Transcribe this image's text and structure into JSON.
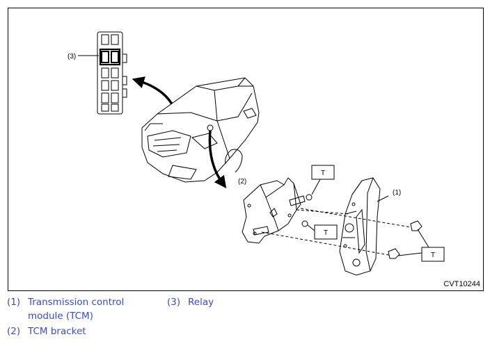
{
  "figure": {
    "code": "CVT10244",
    "callouts": {
      "c1": "(1)",
      "c2": "(2)",
      "c3": "(3)"
    },
    "torque_marker": "T",
    "icons": [
      "relay-block-icon",
      "vehicle-icon",
      "tcm-bracket-icon",
      "tcm-icon",
      "nut-icon",
      "arrow-icon"
    ]
  },
  "legend": [
    {
      "num": "(1)",
      "text": "Transmission control module (TCM)"
    },
    {
      "num": "(2)",
      "text": "TCM bracket"
    },
    {
      "num": "(3)",
      "text": "Relay"
    }
  ],
  "colors": {
    "legend_text": "#3b4cc0",
    "line": "#000000"
  }
}
